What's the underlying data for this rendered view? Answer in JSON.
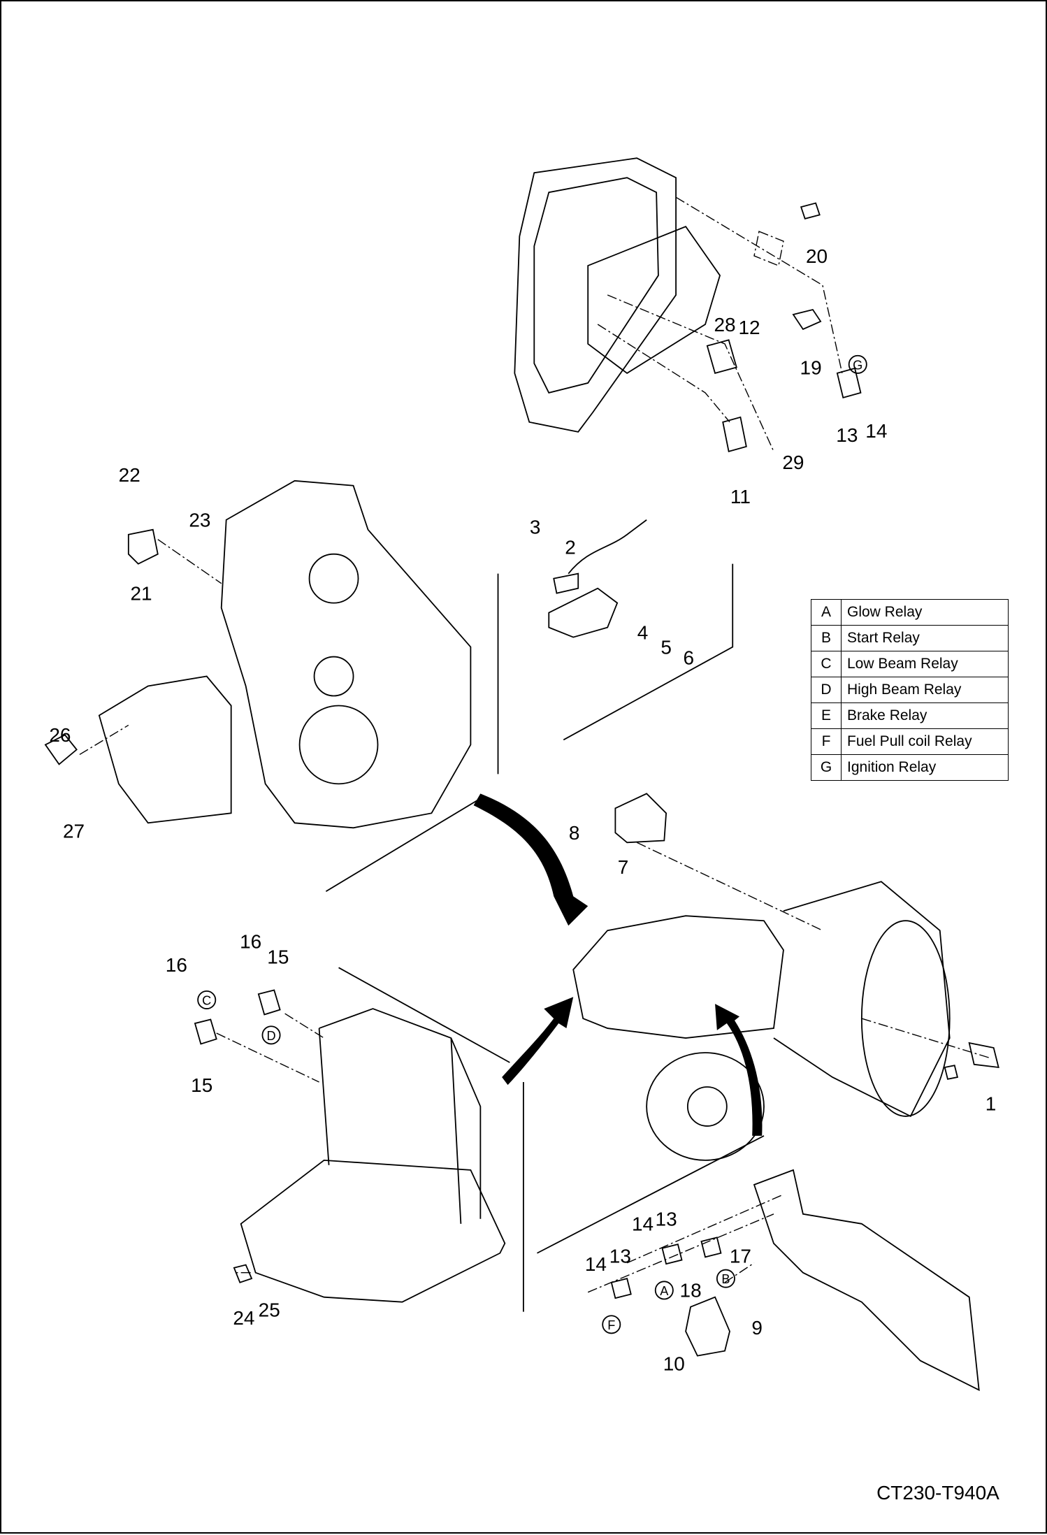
{
  "diagram": {
    "code": "CT230-T940A",
    "callouts": [
      "20",
      "28",
      "12",
      "19",
      "13",
      "14",
      "29",
      "11",
      "22",
      "23",
      "21",
      "3",
      "2",
      "4",
      "5",
      "6",
      "26",
      "27",
      "8",
      "7",
      "16",
      "15",
      "16",
      "15",
      "1",
      "14",
      "13",
      "17",
      "14",
      "13",
      "18",
      "9",
      "10",
      "24",
      "25"
    ],
    "circled_letters": [
      "G",
      "C",
      "D",
      "A",
      "B",
      "F"
    ],
    "legend": [
      {
        "key": "A",
        "label": "Glow Relay"
      },
      {
        "key": "B",
        "label": "Start Relay"
      },
      {
        "key": "C",
        "label": "Low Beam Relay"
      },
      {
        "key": "D",
        "label": "High Beam Relay"
      },
      {
        "key": "E",
        "label": "Brake Relay"
      },
      {
        "key": "F",
        "label": "Fuel Pull coil Relay"
      },
      {
        "key": "G",
        "label": "Ignition Relay"
      }
    ]
  }
}
